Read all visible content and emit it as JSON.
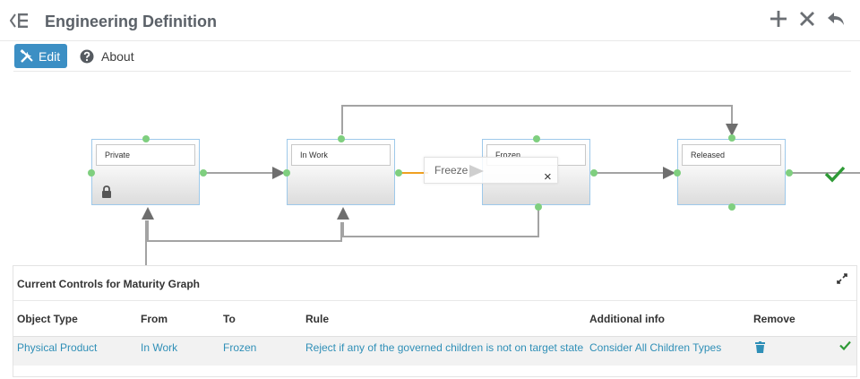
{
  "header": {
    "title": "Engineering Definition",
    "actions": [
      {
        "icon": "plus-icon"
      },
      {
        "icon": "close-icon"
      },
      {
        "icon": "reply-icon"
      }
    ]
  },
  "toolbar": {
    "edit_label": "Edit",
    "edit_icon": "tools-icon",
    "about_label": "About",
    "about_icon": "question-circle-icon"
  },
  "graph": {
    "states": [
      {
        "name": "Private",
        "locked": true
      },
      {
        "name": "In Work",
        "locked": false
      },
      {
        "name": "Frozen",
        "locked": false
      },
      {
        "name": "Released",
        "locked": false
      }
    ],
    "transition_label": "Freeze",
    "transition_close": "×",
    "status_icon": "check-icon",
    "colors": {
      "accent": "#3c8fc4",
      "port": "#7fcf7f",
      "connector": "#a3a3a3",
      "selected_transition": "#f0a020",
      "ok": "#2e9a36",
      "link": "#2f8fb7"
    }
  },
  "controls": {
    "title": "Current Controls for Maturity Graph",
    "columns": [
      "Object Type",
      "From",
      "To",
      "Rule",
      "Additional info",
      "Remove"
    ],
    "rows": [
      {
        "object_type": "Physical Product",
        "from": "In Work",
        "to": "Frozen",
        "rule": "Reject if any of the governed children is not on target state",
        "additional_info": "Consider All Children Types",
        "remove_icon": "trash-icon",
        "status_icon": "check-icon"
      }
    ]
  }
}
